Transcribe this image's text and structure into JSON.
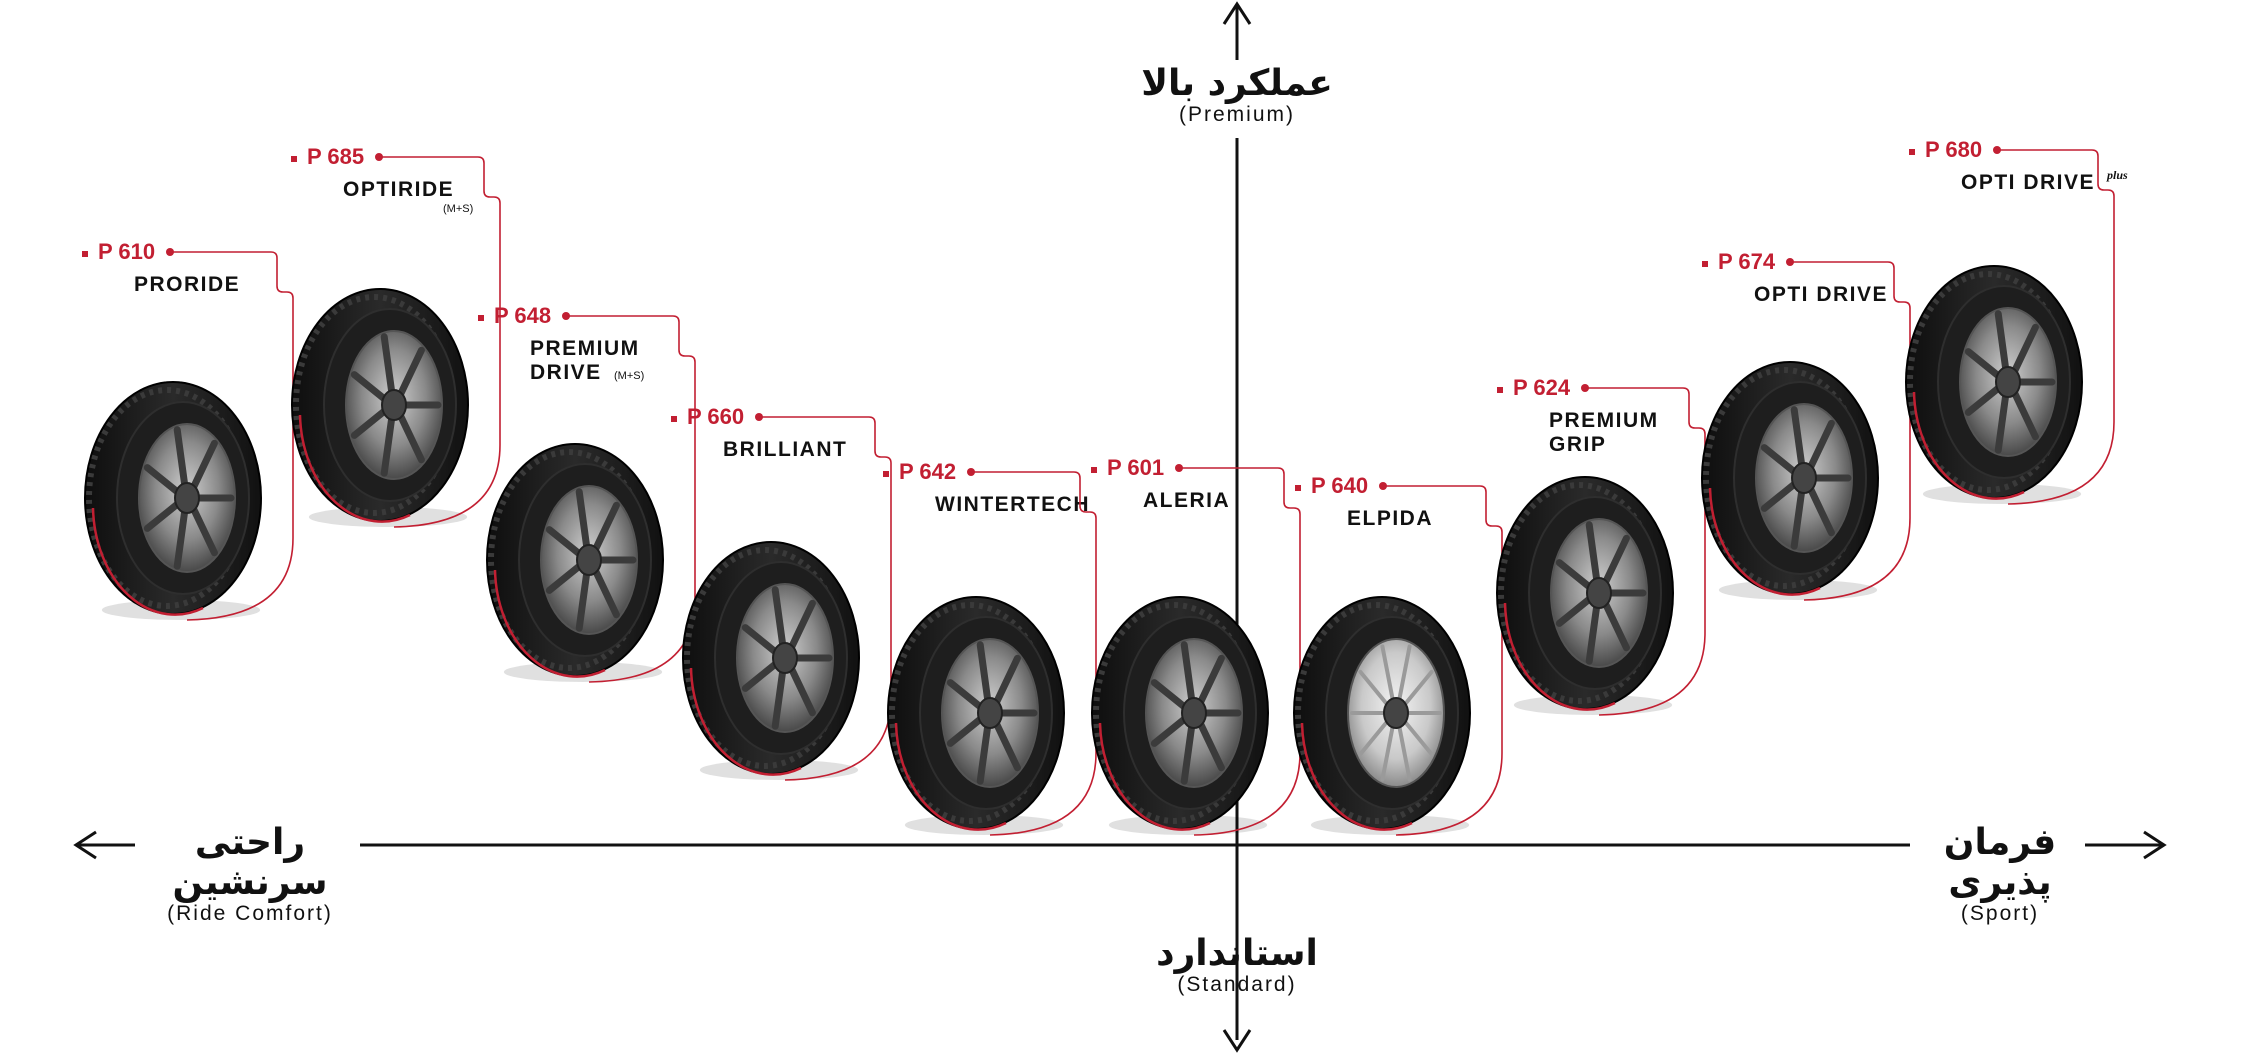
{
  "axes": {
    "top": {
      "fa": "عملکرد بالا",
      "en": "(Premium)"
    },
    "bottom": {
      "fa": "استاندارد",
      "en": "(Standard)"
    },
    "left": {
      "fa": "راحتی سرنشین",
      "en": "(Ride Comfort)"
    },
    "right": {
      "fa": "فرمان پذیری",
      "en": "(Sport)"
    }
  },
  "colors": {
    "accent": "#c21f32",
    "tire": "#1b1b1b",
    "rim": "#8e8e8e",
    "axis": "#111111"
  },
  "tires": [
    {
      "code": "P 610",
      "name": "PRORIDE",
      "rim": "dark"
    },
    {
      "code": "P 685",
      "name": "OPTIRIDE",
      "sub": "(M+S)",
      "rim": "dark"
    },
    {
      "code": "P 648",
      "name": "PREMIUM",
      "name2": "DRIVE",
      "sub": "(M+S)",
      "rim": "dark"
    },
    {
      "code": "P 660",
      "name": "BRILLIANT",
      "rim": "dark"
    },
    {
      "code": "P 642",
      "name": "WINTERTECH",
      "rim": "dark"
    },
    {
      "code": "P 601",
      "name": "ALERIA",
      "rim": "dark"
    },
    {
      "code": "P 640",
      "name": "ELPIDA",
      "rim": "silver"
    },
    {
      "code": "P 624",
      "name": "PREMIUM",
      "name2": "GRIP",
      "rim": "dark"
    },
    {
      "code": "P 674",
      "name": "OPTI DRIVE",
      "rim": "dark"
    },
    {
      "code": "P 680",
      "name": "OPTI DRIVE",
      "sup": "plus",
      "rim": "dark"
    }
  ]
}
